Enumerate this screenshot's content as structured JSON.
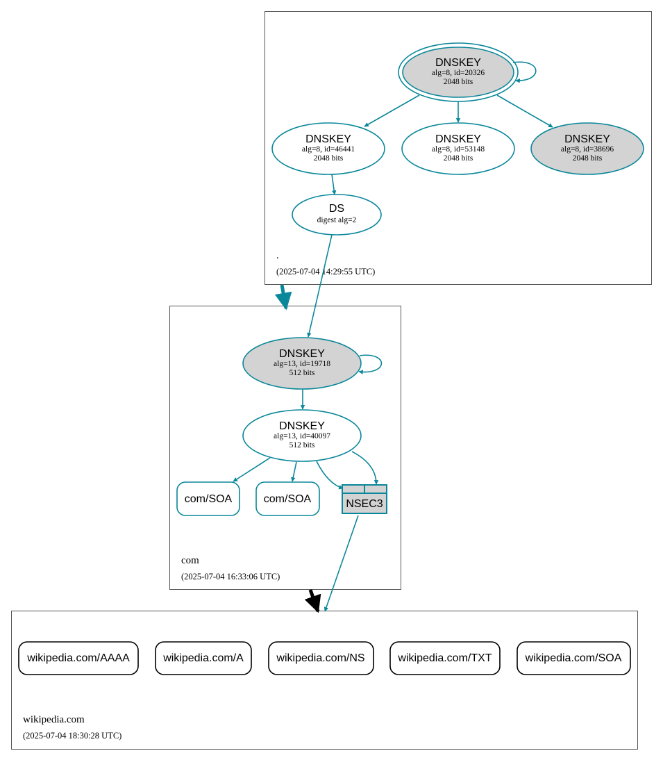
{
  "colors": {
    "teal": "#0a879a",
    "grey_fill": "#d3d3d3",
    "zone_border": "#555555",
    "black": "#000000"
  },
  "zones": {
    "root": {
      "label": ".",
      "time": "(2025-07-04 14:29:55 UTC)"
    },
    "com": {
      "label": "com",
      "time": "(2025-07-04 16:33:06 UTC)"
    },
    "wikipedia": {
      "label": "wikipedia.com",
      "time": "(2025-07-04 18:30:28 UTC)"
    }
  },
  "root_nodes": {
    "ksk": {
      "title": "DNSKEY",
      "line1": "alg=8, id=20326",
      "line2": "2048 bits"
    },
    "zsk1": {
      "title": "DNSKEY",
      "line1": "alg=8, id=46441",
      "line2": "2048 bits"
    },
    "zsk2": {
      "title": "DNSKEY",
      "line1": "alg=8, id=53148",
      "line2": "2048 bits"
    },
    "zsk3": {
      "title": "DNSKEY",
      "line1": "alg=8, id=38696",
      "line2": "2048 bits"
    },
    "ds": {
      "title": "DS",
      "line1": "digest alg=2"
    }
  },
  "com_nodes": {
    "ksk": {
      "title": "DNSKEY",
      "line1": "alg=13, id=19718",
      "line2": "512 bits"
    },
    "zsk": {
      "title": "DNSKEY",
      "line1": "alg=13, id=40097",
      "line2": "512 bits"
    },
    "soa1": {
      "label": "com/SOA"
    },
    "soa2": {
      "label": "com/SOA"
    },
    "nsec3": {
      "label": "NSEC3"
    }
  },
  "wikipedia_rrsets": [
    {
      "label": "wikipedia.com/AAAA"
    },
    {
      "label": "wikipedia.com/A"
    },
    {
      "label": "wikipedia.com/NS"
    },
    {
      "label": "wikipedia.com/TXT"
    },
    {
      "label": "wikipedia.com/SOA"
    }
  ]
}
